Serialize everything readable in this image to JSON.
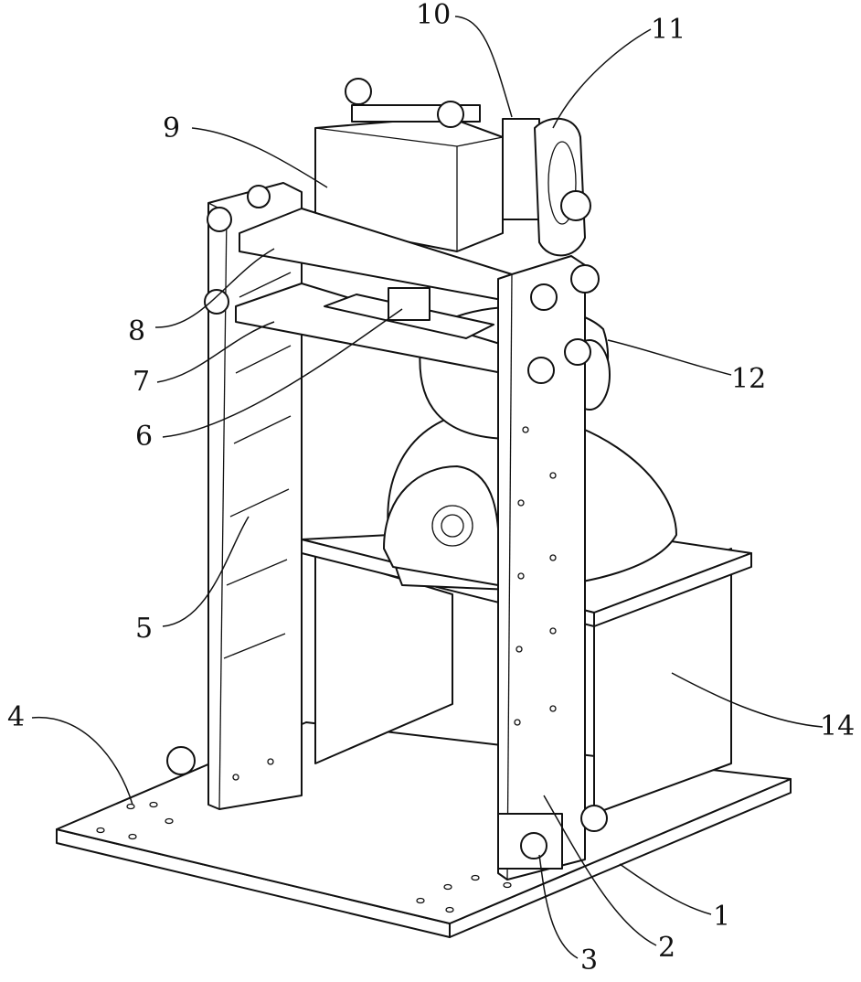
{
  "figure": {
    "labels": [
      {
        "id": "label-1",
        "text": "1"
      },
      {
        "id": "label-2",
        "text": "2"
      },
      {
        "id": "label-3",
        "text": "3"
      },
      {
        "id": "label-4",
        "text": "4"
      },
      {
        "id": "label-5",
        "text": "5"
      },
      {
        "id": "label-6",
        "text": "6"
      },
      {
        "id": "label-7",
        "text": "7"
      },
      {
        "id": "label-8",
        "text": "8"
      },
      {
        "id": "label-9",
        "text": "9"
      },
      {
        "id": "label-10",
        "text": "10"
      },
      {
        "id": "label-11",
        "text": "11"
      },
      {
        "id": "label-12",
        "text": "12"
      },
      {
        "id": "label-14",
        "text": "14"
      }
    ]
  }
}
